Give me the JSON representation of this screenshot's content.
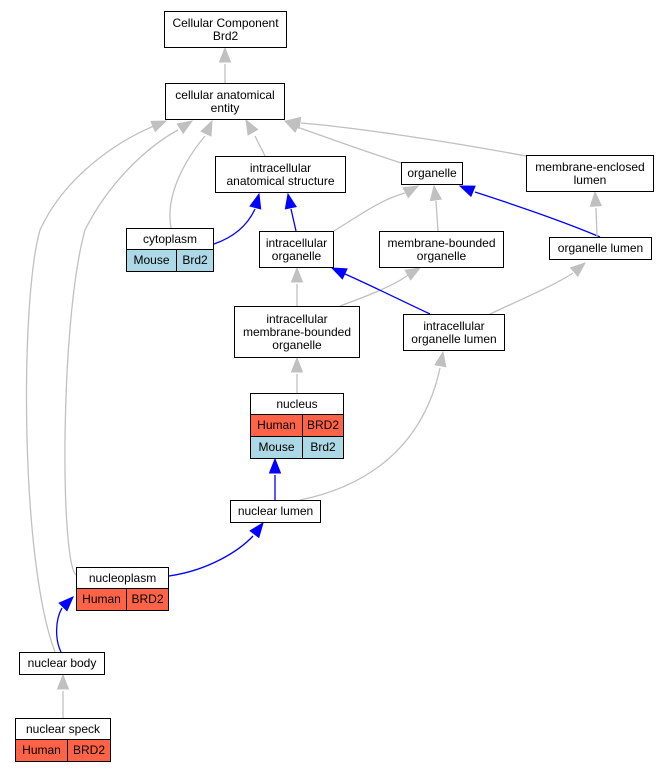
{
  "colors": {
    "is_a_edge": "#c0c0c0",
    "part_of_edge": "#0000ff",
    "human_row": "#ff6347",
    "mouse_row": "#add8e6"
  },
  "nodes": {
    "root": {
      "label": "Cellular Component\nBrd2"
    },
    "cae": {
      "label": "cellular anatomical\nentity"
    },
    "ias": {
      "label": "intracellular\nanatomical structure"
    },
    "organelle": {
      "label": "organelle"
    },
    "mel": {
      "label": "membrane-enclosed\nlumen"
    },
    "cytoplasm": {
      "label": "cytoplasm",
      "rows": [
        {
          "species": "Mouse",
          "gene": "Brd2"
        }
      ]
    },
    "io": {
      "label": "intracellular\norganelle"
    },
    "mbo": {
      "label": "membrane-bounded\norganelle"
    },
    "ol": {
      "label": "organelle lumen"
    },
    "imbo": {
      "label": "intracellular\nmembrane-bounded\norganelle"
    },
    "iol": {
      "label": "intracellular\norganelle lumen"
    },
    "nucleus": {
      "label": "nucleus",
      "rows": [
        {
          "species": "Human",
          "gene": "BRD2"
        },
        {
          "species": "Mouse",
          "gene": "Brd2"
        }
      ]
    },
    "nl": {
      "label": "nuclear lumen"
    },
    "np": {
      "label": "nucleoplasm",
      "rows": [
        {
          "species": "Human",
          "gene": "BRD2"
        }
      ]
    },
    "nb": {
      "label": "nuclear body"
    },
    "ns": {
      "label": "nuclear speck",
      "rows": [
        {
          "species": "Human",
          "gene": "BRD2"
        }
      ]
    }
  },
  "edges": [
    {
      "from": "cae",
      "to": "root",
      "type": "is_a"
    },
    {
      "from": "ias",
      "to": "cae",
      "type": "is_a"
    },
    {
      "from": "organelle",
      "to": "cae",
      "type": "is_a"
    },
    {
      "from": "mel",
      "to": "cae",
      "type": "is_a"
    },
    {
      "from": "cytoplasm",
      "to": "cae",
      "type": "is_a"
    },
    {
      "from": "np",
      "to": "cae",
      "type": "is_a"
    },
    {
      "from": "nb",
      "to": "cae",
      "type": "is_a"
    },
    {
      "from": "cytoplasm",
      "to": "ias",
      "type": "part_of"
    },
    {
      "from": "io",
      "to": "ias",
      "type": "part_of"
    },
    {
      "from": "io",
      "to": "organelle",
      "type": "is_a"
    },
    {
      "from": "mbo",
      "to": "organelle",
      "type": "is_a"
    },
    {
      "from": "ol",
      "to": "organelle",
      "type": "part_of"
    },
    {
      "from": "ol",
      "to": "mel",
      "type": "is_a"
    },
    {
      "from": "imbo",
      "to": "io",
      "type": "is_a"
    },
    {
      "from": "imbo",
      "to": "mbo",
      "type": "is_a"
    },
    {
      "from": "iol",
      "to": "io",
      "type": "part_of"
    },
    {
      "from": "iol",
      "to": "ol",
      "type": "is_a"
    },
    {
      "from": "nucleus",
      "to": "imbo",
      "type": "is_a"
    },
    {
      "from": "nl",
      "to": "nucleus",
      "type": "part_of"
    },
    {
      "from": "nl",
      "to": "iol",
      "type": "is_a"
    },
    {
      "from": "np",
      "to": "nl",
      "type": "part_of"
    },
    {
      "from": "nb",
      "to": "np",
      "type": "part_of"
    },
    {
      "from": "ns",
      "to": "nb",
      "type": "is_a"
    }
  ]
}
